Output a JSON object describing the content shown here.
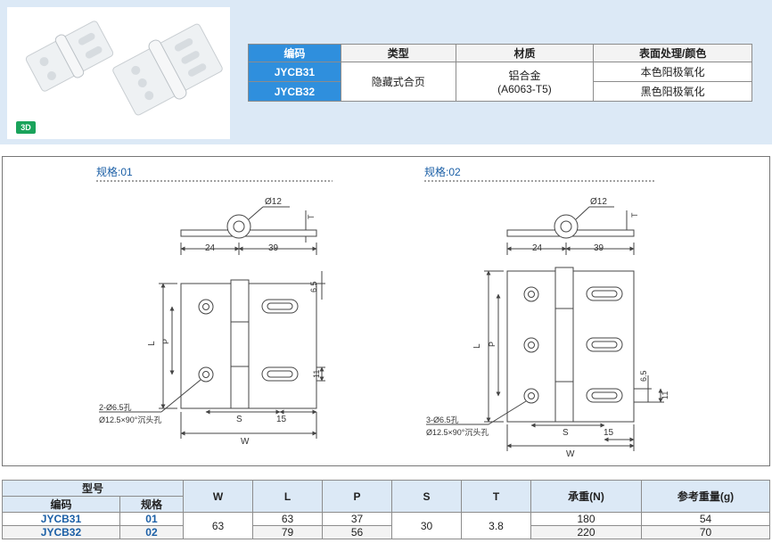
{
  "photo": {
    "badge": "3D"
  },
  "spec_table": {
    "headers": [
      "编码",
      "类型",
      "材质",
      "表面处理/颜色"
    ],
    "rows": [
      {
        "code": "JYCB31",
        "finish": "本色阳极氧化"
      },
      {
        "code": "JYCB32",
        "finish": "黑色阳极氧化"
      }
    ],
    "type": "隐藏式合页",
    "material_line1": "铝合金",
    "material_line2": "(A6063-T5)"
  },
  "drawing": {
    "spec01_title": "规格:01",
    "spec02_title": "规格:02",
    "d12": "Ø12",
    "t": "T",
    "d24": "24",
    "d39": "39",
    "l": "L",
    "p": "P",
    "s": "S",
    "w": "W",
    "d15": "15",
    "d11": "11",
    "d65": "6.5",
    "holes01": "2-Ø6.5孔",
    "holes02": "3-Ø6.5孔",
    "counter": "Ø12.5×90°沉头孔"
  },
  "dim_table": {
    "model_header": "型号",
    "code_header": "编码",
    "spec_header": "规格",
    "headers": [
      "W",
      "L",
      "P",
      "S",
      "T",
      "承重(N)",
      "参考重量(g)"
    ],
    "w": "63",
    "s": "30",
    "t": "3.8",
    "rows": [
      {
        "code": "JYCB31",
        "spec": "01",
        "l": "63",
        "p": "37",
        "load": "180",
        "weight": "54"
      },
      {
        "code": "JYCB32",
        "spec": "02",
        "l": "79",
        "p": "56",
        "load": "220",
        "weight": "70"
      }
    ]
  }
}
